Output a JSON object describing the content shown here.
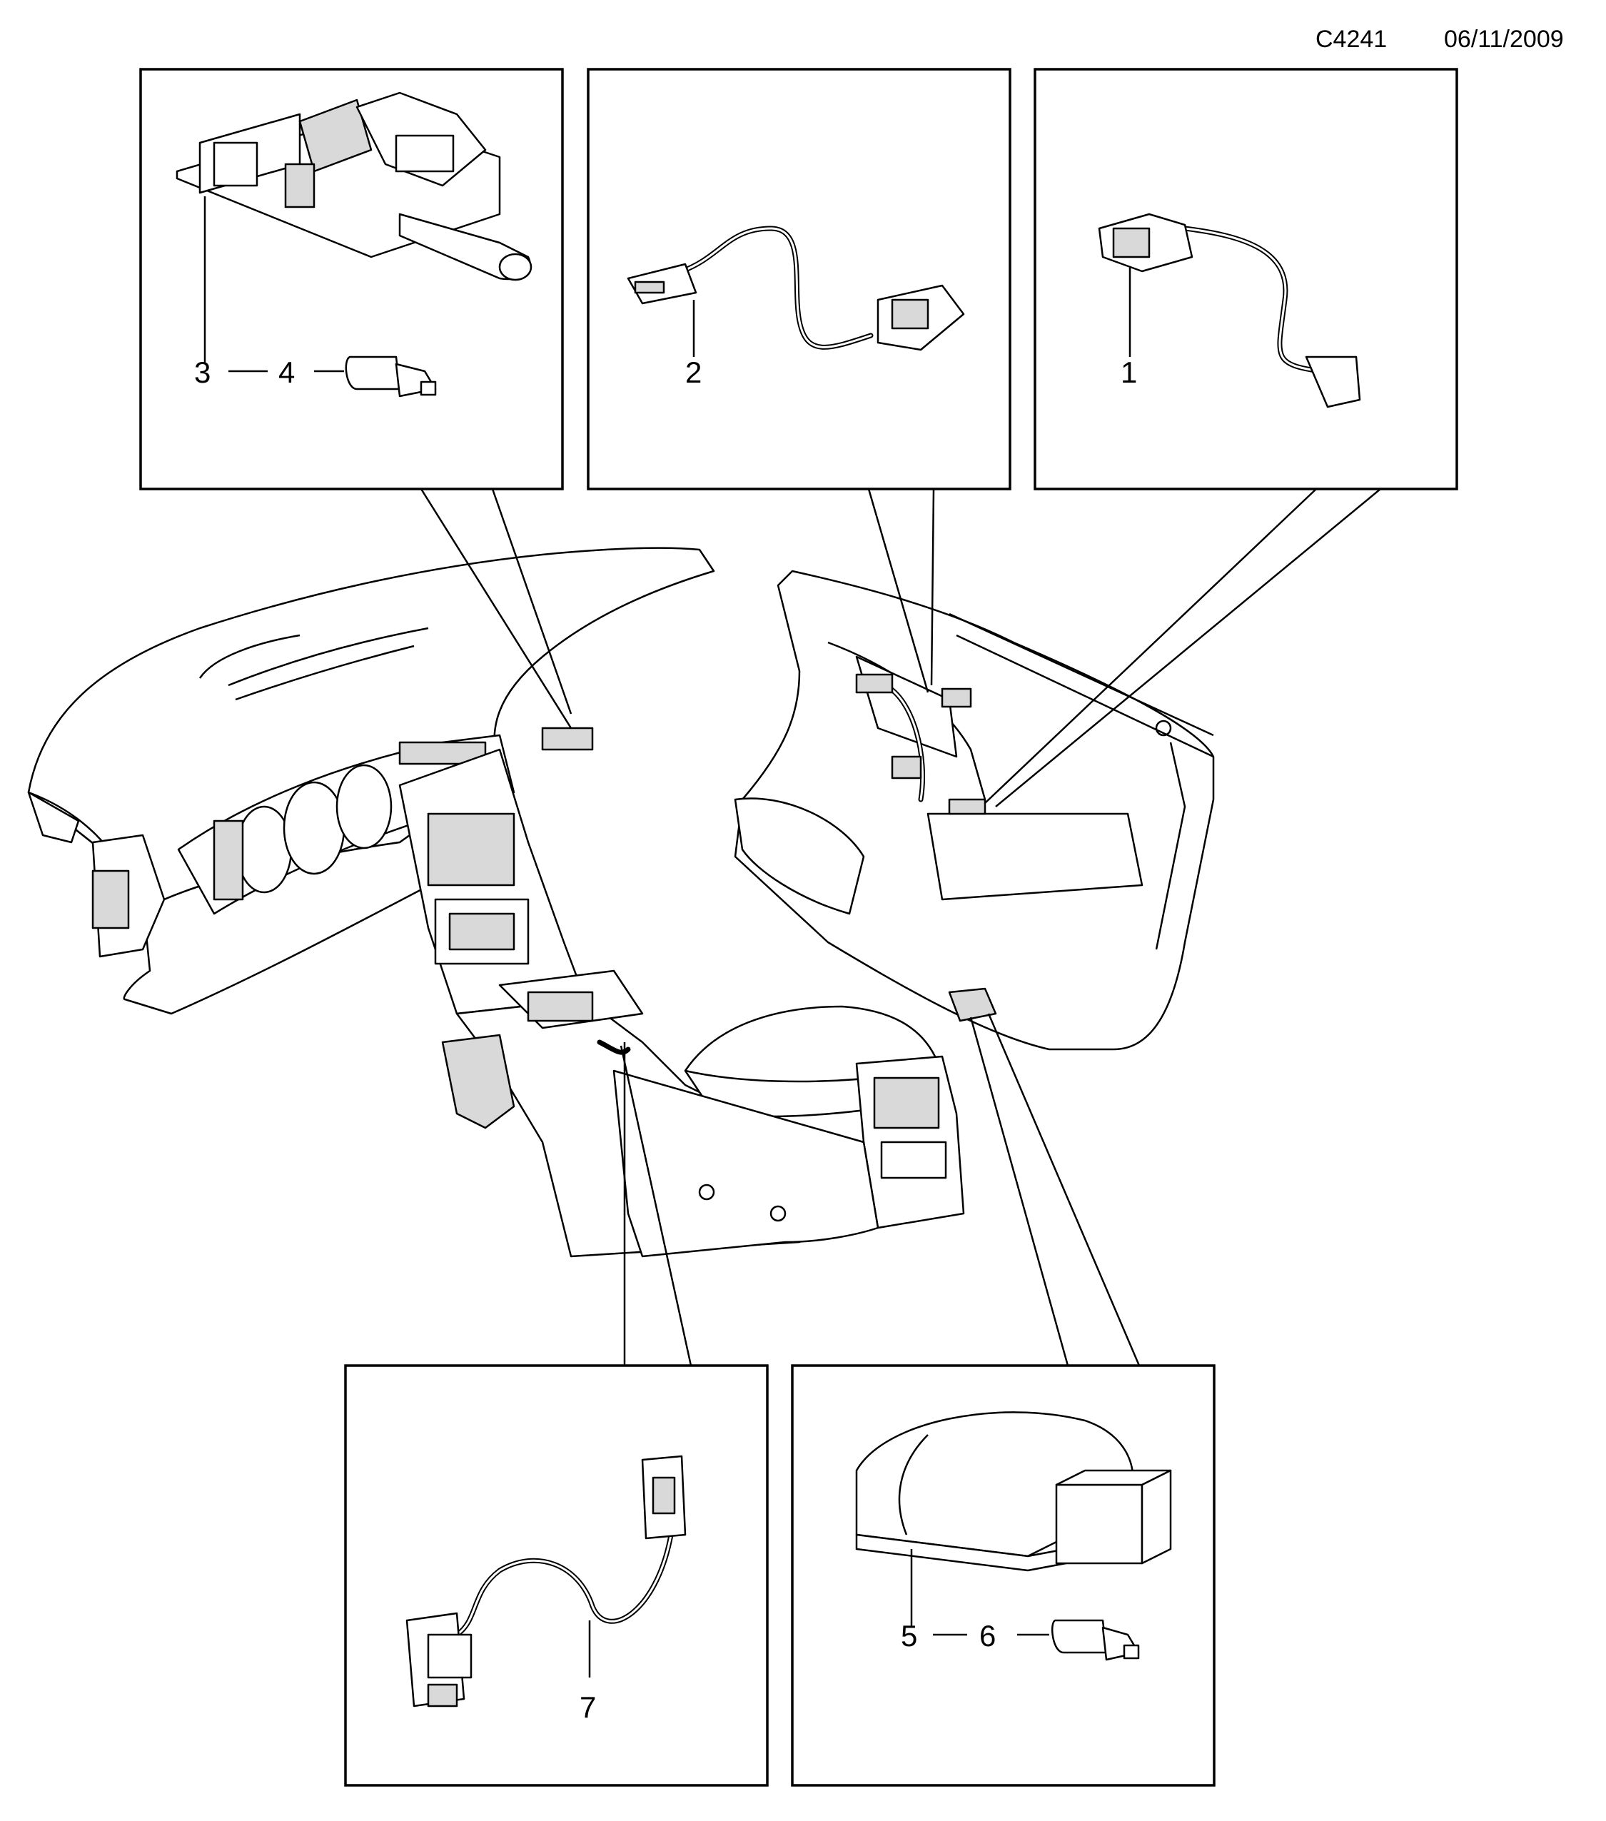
{
  "header": {
    "code": "C4241",
    "date": "06/11/2009"
  },
  "callouts": {
    "part_1": "1",
    "part_2": "2",
    "part_3": "3",
    "part_4": "4",
    "part_5": "5",
    "part_6": "6",
    "part_7": "7"
  }
}
